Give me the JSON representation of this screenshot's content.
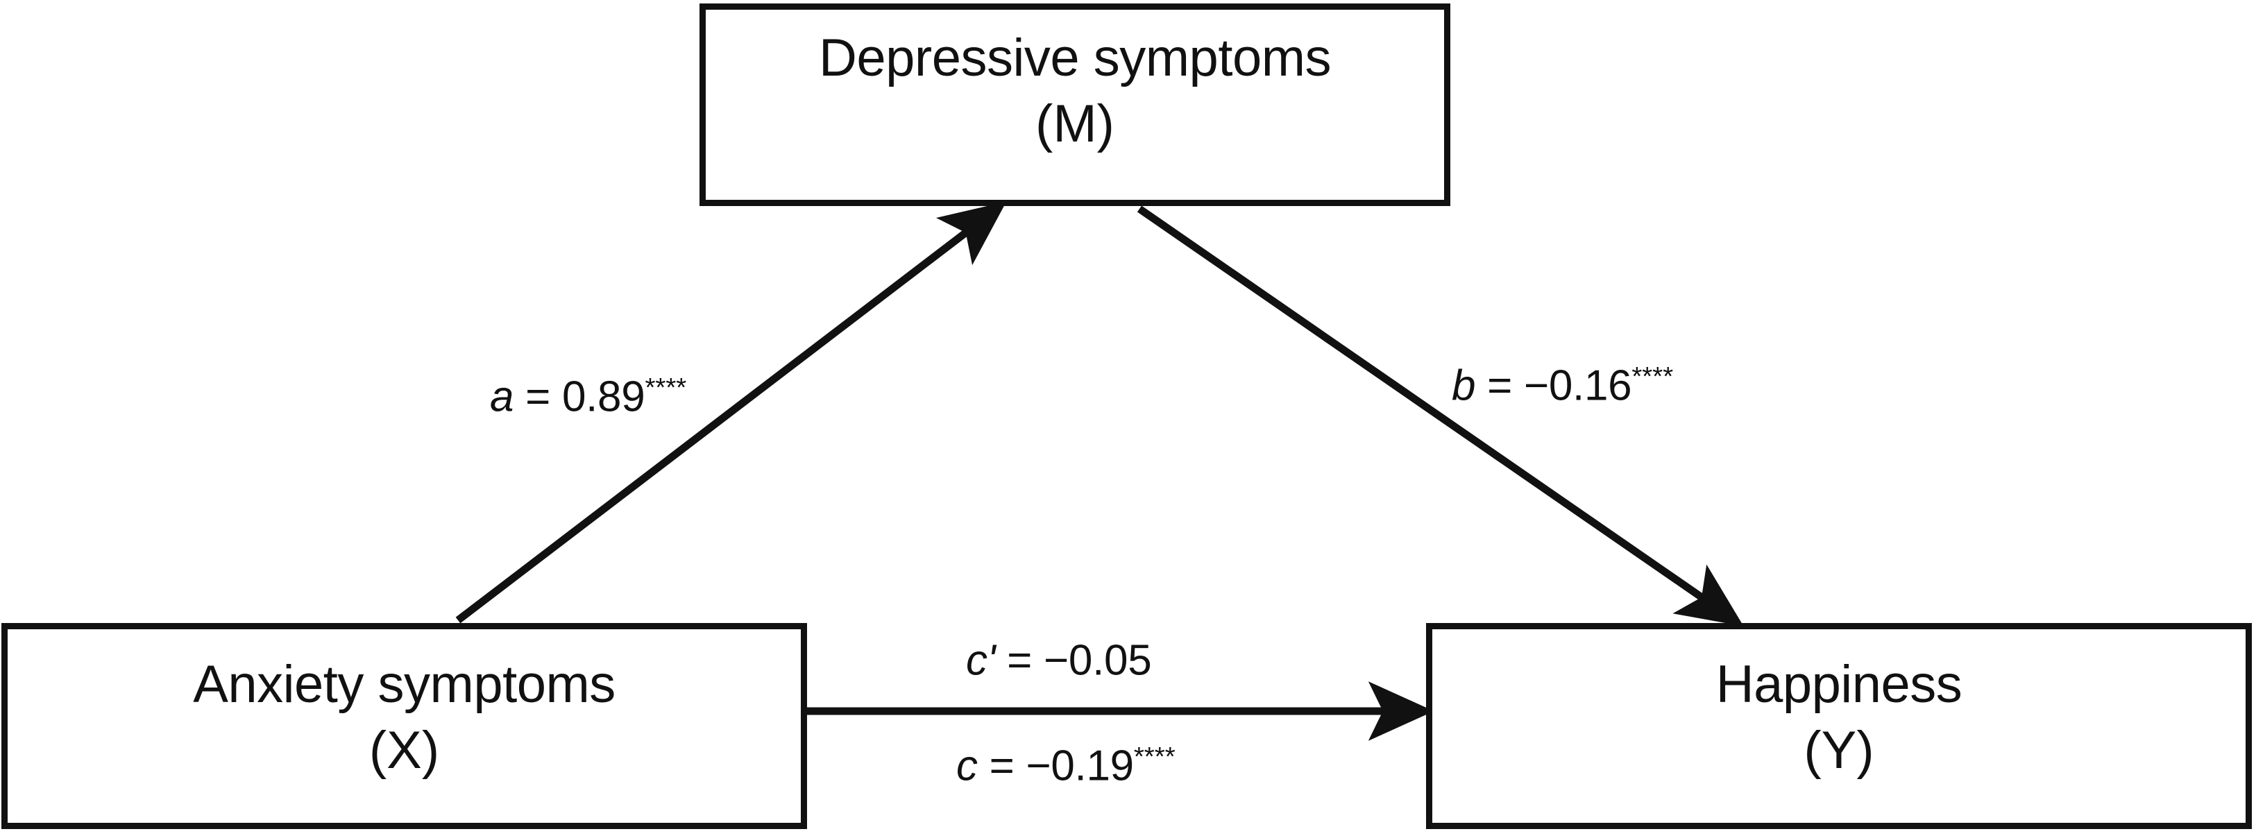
{
  "figure": {
    "type": "mediation-path-diagram",
    "background_color": "#ffffff",
    "stroke_color": "#111111"
  },
  "nodes": [
    {
      "id": "M",
      "role": "mediator",
      "name": "Depressive symptoms",
      "code": "(M)"
    },
    {
      "id": "X",
      "role": "predictor",
      "name": "Anxiety symptoms",
      "code": "(X)"
    },
    {
      "id": "Y",
      "role": "outcome",
      "name": "Happiness",
      "code": "(Y)"
    }
  ],
  "paths": [
    {
      "id": "a",
      "symbol": "a",
      "equals": " = ",
      "coefficient": "0.89",
      "significance": "****",
      "full_label": "a = 0.89****",
      "from": "X",
      "to": "M"
    },
    {
      "id": "b",
      "symbol": "b",
      "equals": " = ",
      "coefficient": "−0.16",
      "significance": "****",
      "full_label": "b = −0.16****",
      "from": "M",
      "to": "Y"
    },
    {
      "id": "c_prime",
      "symbol": "c'",
      "equals": " = ",
      "coefficient": "−0.05",
      "significance": "",
      "full_label": "c' = −0.05",
      "from": "X",
      "to": "Y"
    },
    {
      "id": "c",
      "symbol": "c",
      "equals": " = ",
      "coefficient": "−0.19",
      "significance": "****",
      "full_label": "c = −0.19****",
      "from": "X",
      "to": "Y"
    }
  ]
}
